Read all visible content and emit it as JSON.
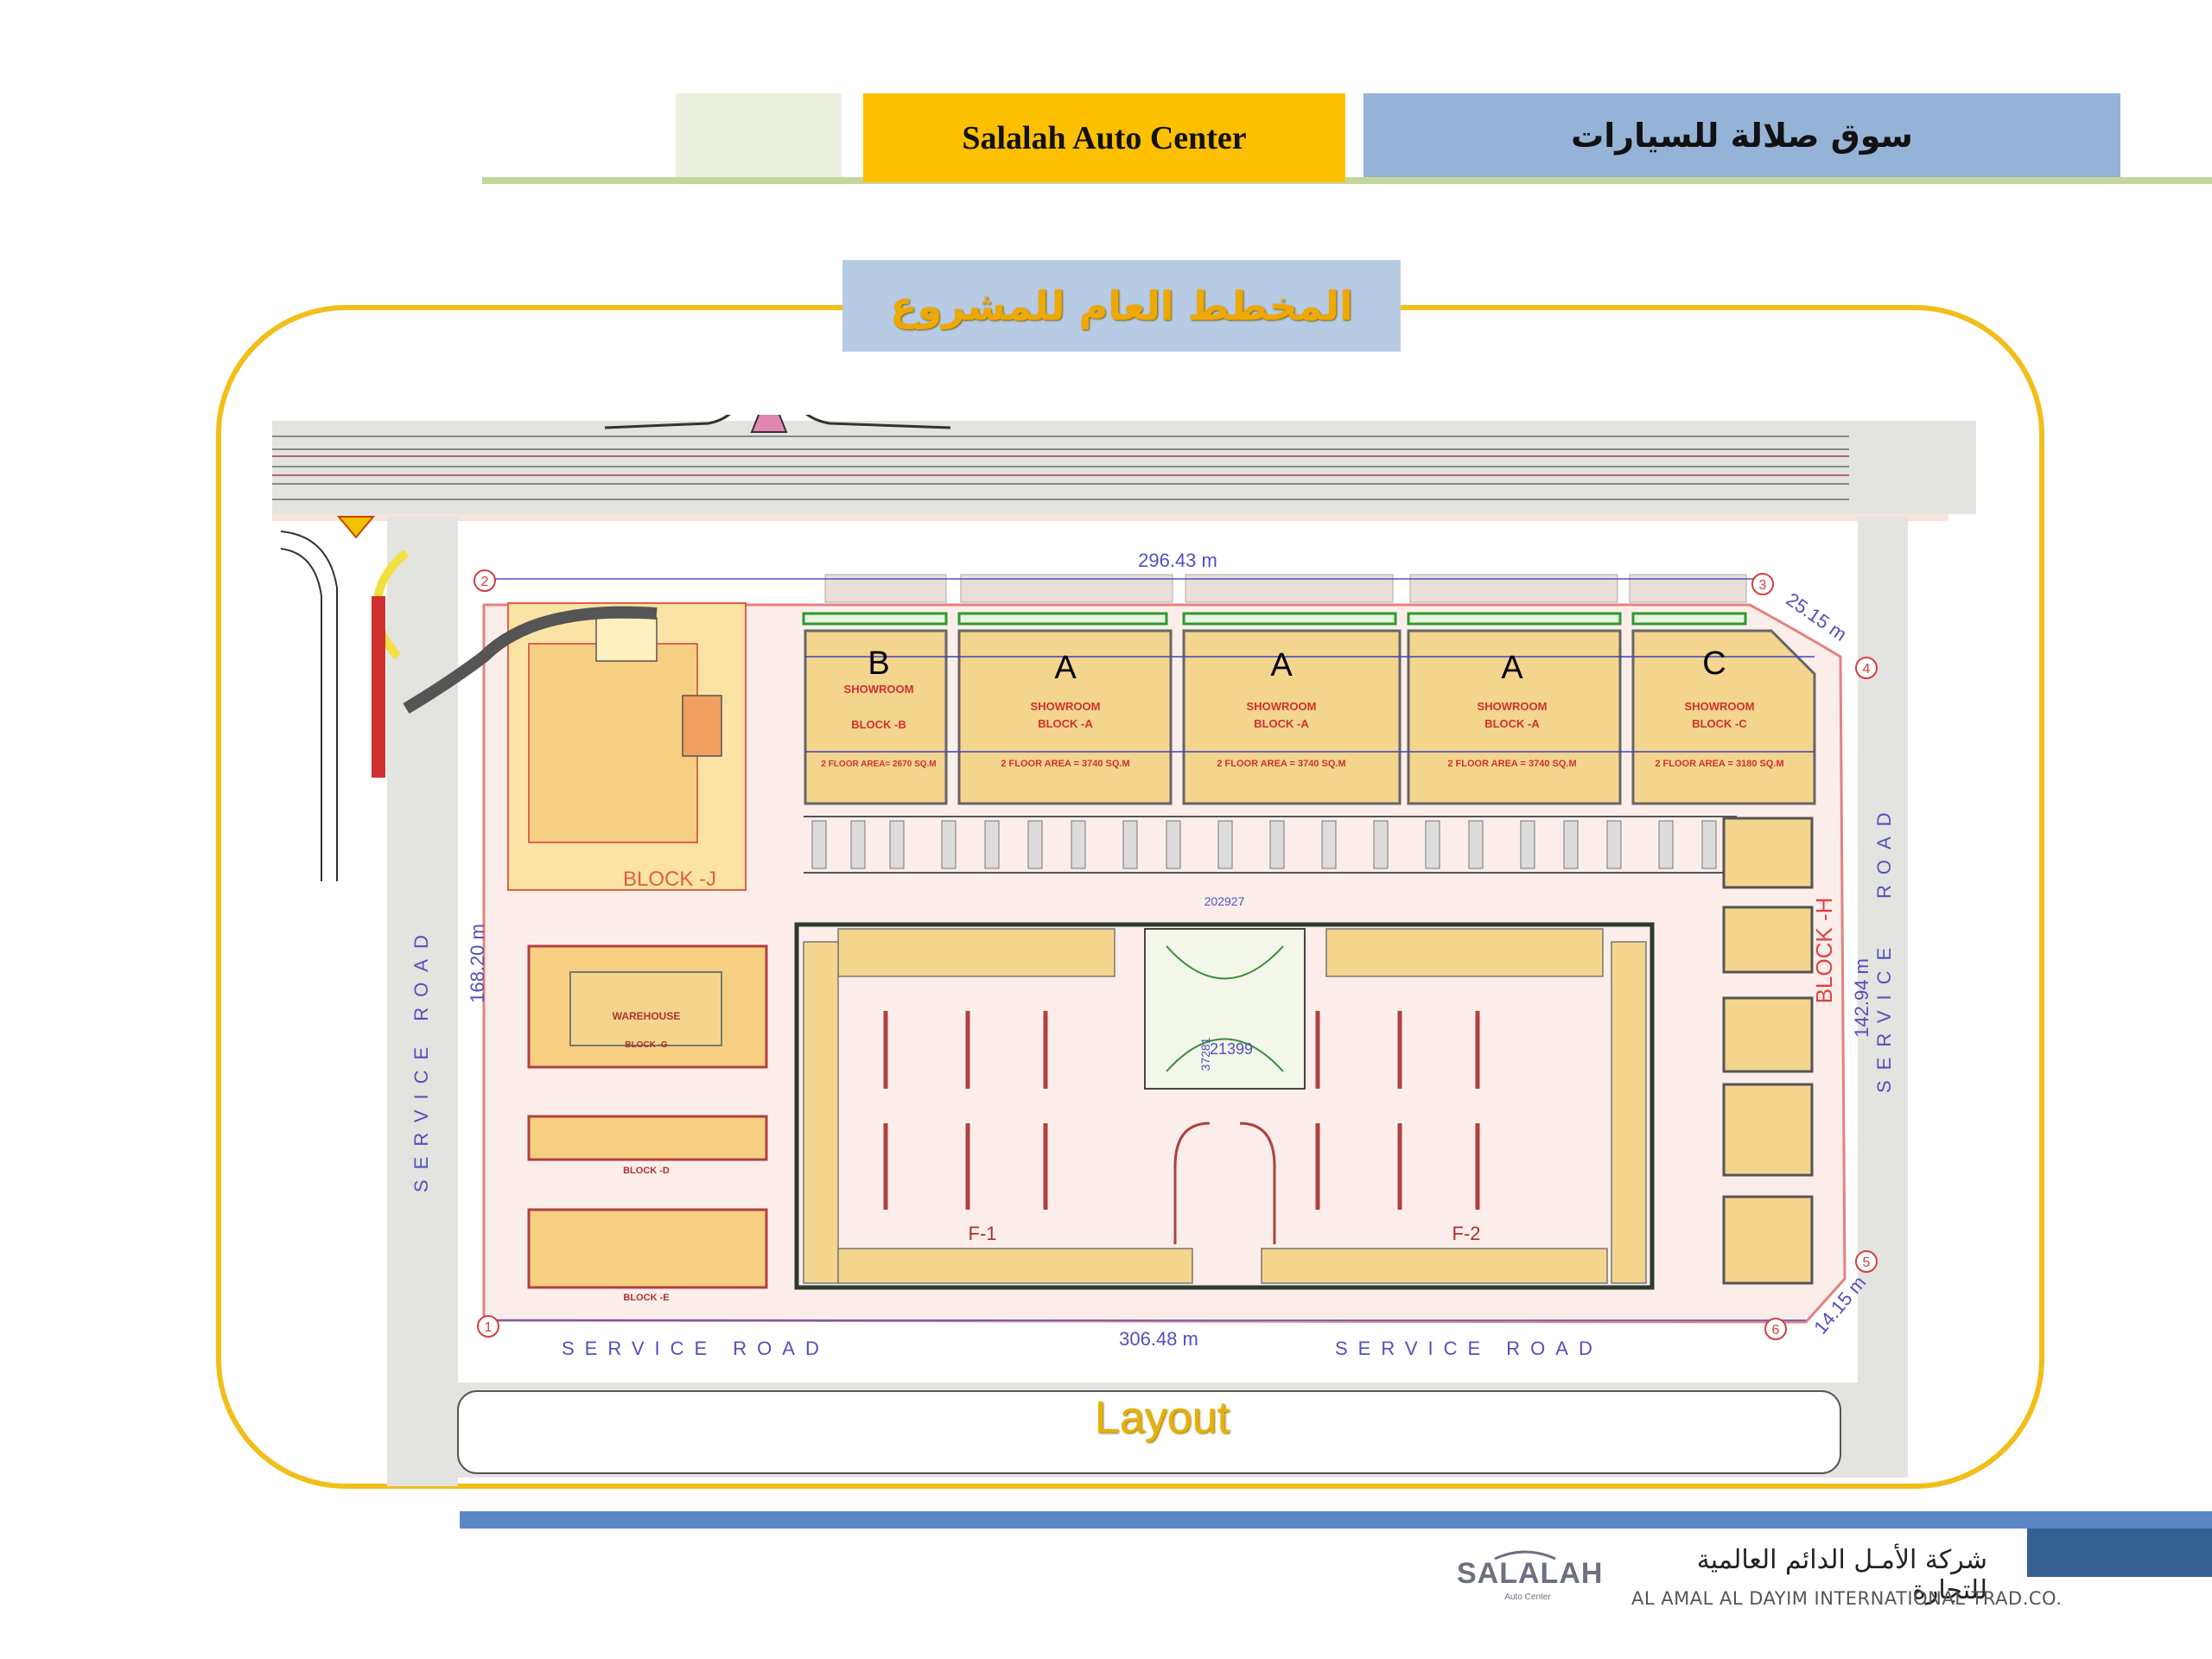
{
  "header": {
    "title_en": "Salalah Auto Center",
    "title_ar": "سوق صلالة للسيارات"
  },
  "section_title_ar": "المخطط العام للمشروع",
  "caption": "Layout",
  "plan": {
    "dimensions": {
      "top": "296.43 m",
      "bottom": "306.48 m",
      "left": "168.20 m",
      "right": "142.94 m",
      "corner_ne": "25.15 m",
      "corner_se": "14.15 m"
    },
    "road_labels": {
      "service_road": "SERVICE ROAD",
      "service": "SERVICE",
      "road": "ROAD"
    },
    "showroom_letters": [
      "B",
      "A",
      "A",
      "A",
      "C"
    ],
    "showroom_blocks": [
      {
        "name": "SHOWROOM",
        "block": "BLOCK -B",
        "area": "2 FLOOR AREA= 2670 SQ.M"
      },
      {
        "name": "SHOWROOM",
        "block": "BLOCK -A",
        "area": "2 FLOOR AREA = 3740 SQ.M"
      },
      {
        "name": "SHOWROOM",
        "block": "BLOCK -A",
        "area": "2 FLOOR AREA = 3740 SQ.M"
      },
      {
        "name": "SHOWROOM",
        "block": "BLOCK -A",
        "area": "2 FLOOR AREA = 3740 SQ.M"
      },
      {
        "name": "SHOWROOM",
        "block": "BLOCK -C",
        "area": "2 FLOOR AREA = 3180 SQ.M"
      }
    ],
    "block_labels": {
      "j": "BLOCK -J",
      "h": "BLOCK -H",
      "g": "BLOCK -G",
      "d": "BLOCK -D",
      "e": "BLOCK -E"
    },
    "warehouse": "WAREHOUSE",
    "yard_labels": [
      "F-1",
      "F-2"
    ],
    "inner_dims": [
      "202927",
      "37281",
      "21399"
    ],
    "corner_markers": [
      "1",
      "2",
      "3",
      "4",
      "5",
      "6"
    ]
  },
  "footer": {
    "company_ar": "شركة الأمـل الدائم العالمية للتجارة",
    "company_en": "AL AMAL AL DAYIM INTERNATIONAL TRAD.CO.",
    "logo": "SALALAH",
    "logo_sub": "Auto Center"
  },
  "colors": {
    "header_yellow": "#fdc000",
    "header_blue": "#95b3d7",
    "frame": "#f2be1a",
    "footer_bar": "#5a86c6",
    "building_fill": "#f3d58e",
    "road_gray": "#e3e3df"
  }
}
